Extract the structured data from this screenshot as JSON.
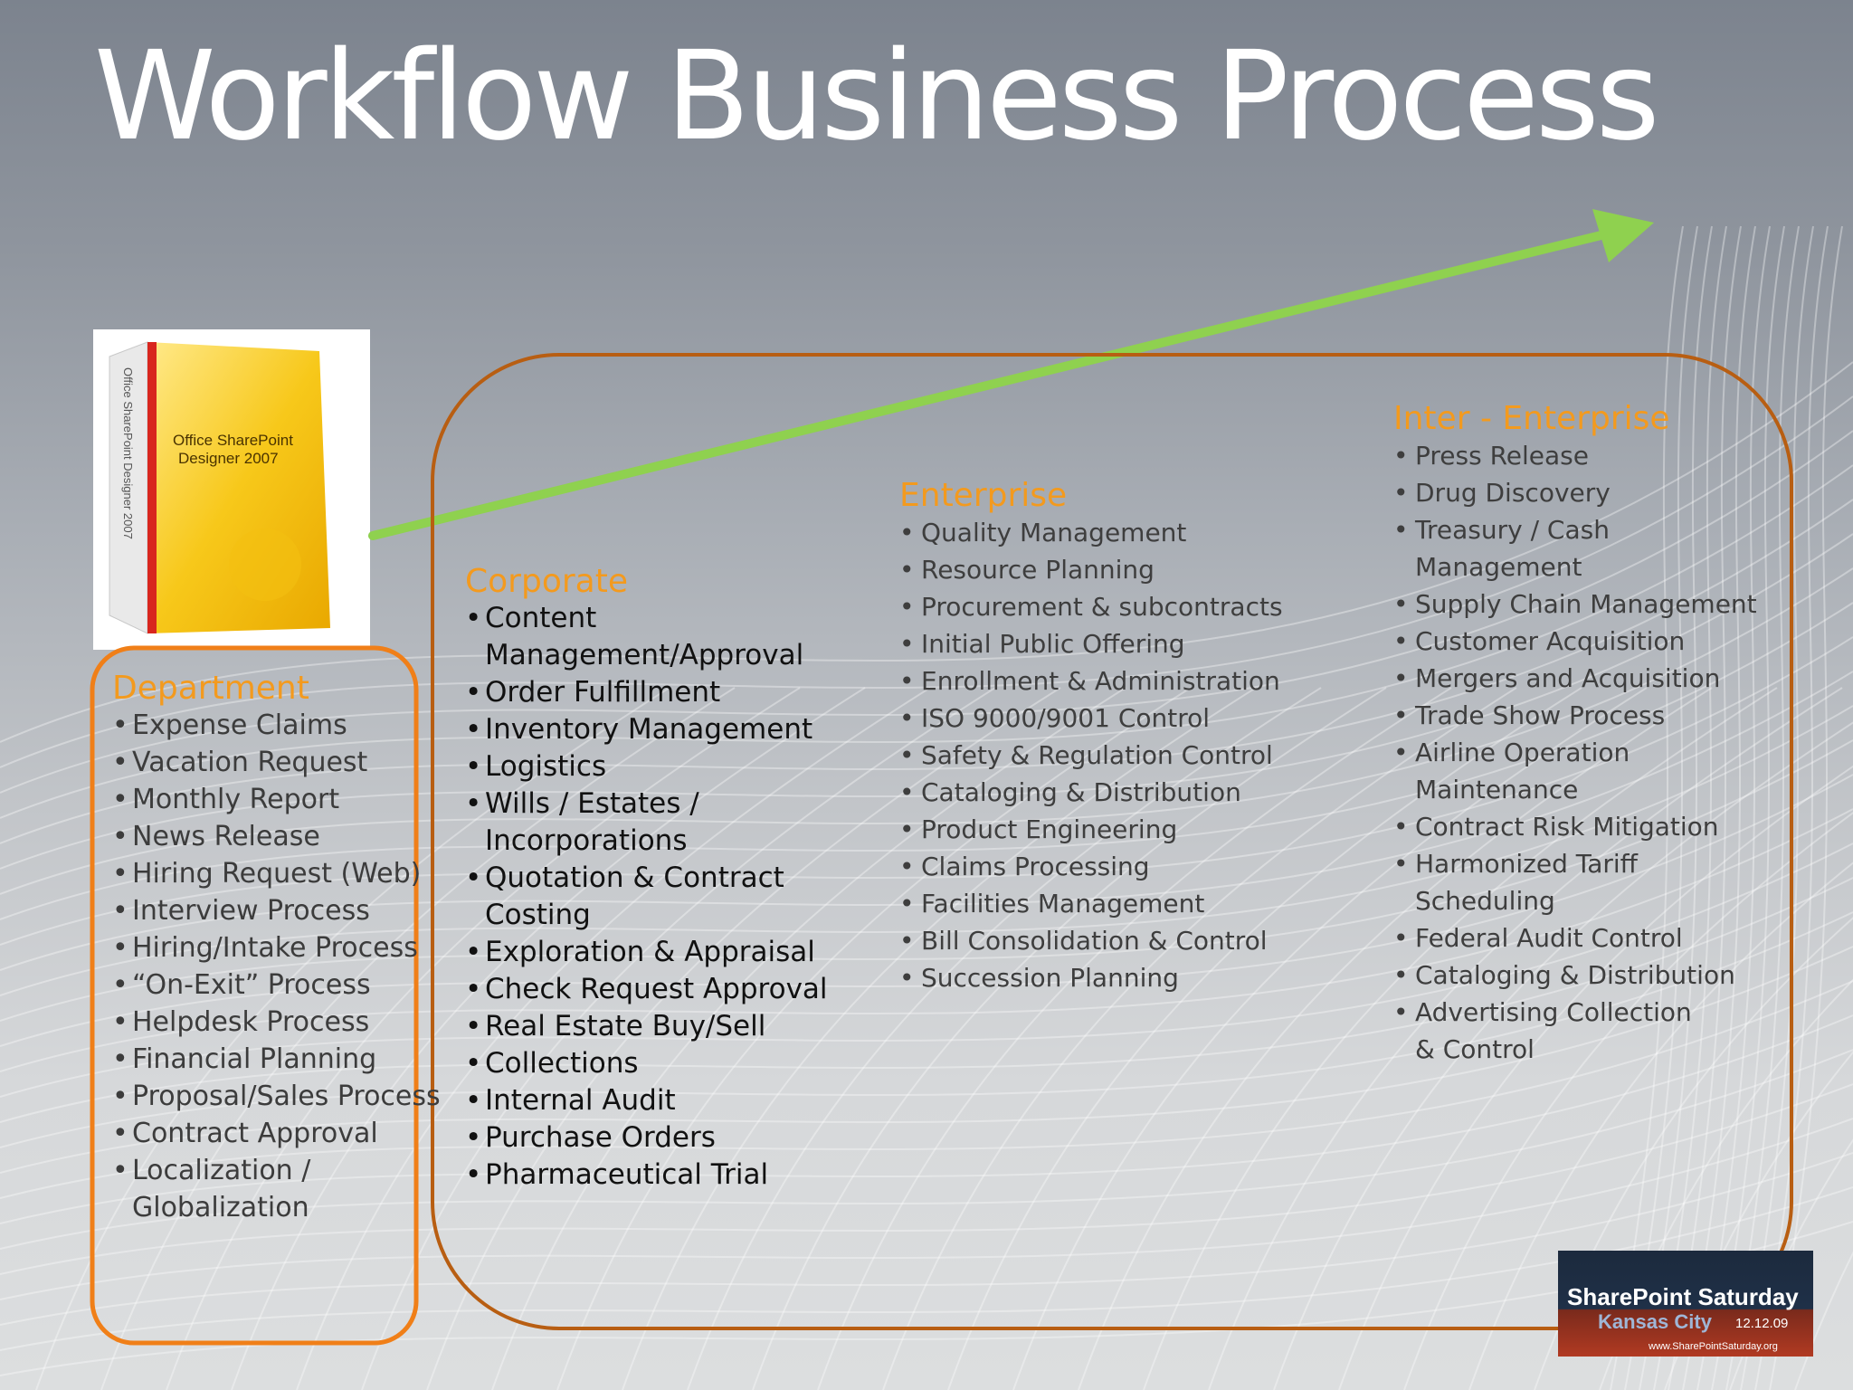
{
  "slide": {
    "title": "Workflow Business Process"
  },
  "product_image": {
    "icon": "office-sharepoint-designer-box",
    "box_text_1": "Office SharePoint",
    "box_text_2": "Designer 2007",
    "spine_text": "Office SharePoint Designer 2007"
  },
  "colors": {
    "heading": "#f39a1e",
    "arrow": "#8fd14f",
    "dept_outline": "#f07f18",
    "outer_outline": "#b85e12"
  },
  "columns": {
    "department": {
      "heading": "Department",
      "items": [
        [
          "Expense Claims"
        ],
        [
          "Vacation Request"
        ],
        [
          "Monthly Report"
        ],
        [
          "News Release"
        ],
        [
          "Hiring Request (Web)"
        ],
        [
          "Interview Process"
        ],
        [
          "Hiring/Intake Process"
        ],
        [
          "“On-Exit” Process"
        ],
        [
          "Helpdesk Process"
        ],
        [
          "Financial Planning"
        ],
        [
          "Proposal/Sales Process"
        ],
        [
          "Contract Approval"
        ],
        [
          "Localization /",
          "Globalization"
        ]
      ]
    },
    "corporate": {
      "heading": "Corporate",
      "items": [
        [
          "Content",
          "Management/Approval"
        ],
        [
          "Order Fulfillment"
        ],
        [
          "Inventory Management"
        ],
        [
          "Logistics"
        ],
        [
          "Wills / Estates /",
          "Incorporations"
        ],
        [
          "Quotation & Contract",
          "Costing"
        ],
        [
          "Exploration & Appraisal"
        ],
        [
          "Check Request Approval"
        ],
        [
          "Real Estate Buy/Sell"
        ],
        [
          "Collections"
        ],
        [
          "Internal Audit"
        ],
        [
          "Purchase Orders"
        ],
        [
          "Pharmaceutical Trial"
        ]
      ]
    },
    "enterprise": {
      "heading": "Enterprise",
      "items": [
        [
          "Quality Management"
        ],
        [
          "Resource Planning"
        ],
        [
          "Procurement & subcontracts"
        ],
        [
          "Initial Public Offering"
        ],
        [
          "Enrollment & Administration"
        ],
        [
          "ISO 9000/9001 Control"
        ],
        [
          "Safety & Regulation Control"
        ],
        [
          "Cataloging & Distribution"
        ],
        [
          "Product Engineering"
        ],
        [
          "Claims Processing"
        ],
        [
          "Facilities Management"
        ],
        [
          "Bill Consolidation & Control"
        ],
        [
          "Succession Planning"
        ]
      ]
    },
    "inter_enterprise": {
      "heading": "Inter - Enterprise",
      "items": [
        [
          "Press Release"
        ],
        [
          "Drug Discovery"
        ],
        [
          "Treasury / Cash",
          "Management"
        ],
        [
          "Supply Chain Management"
        ],
        [
          "Customer Acquisition"
        ],
        [
          "Mergers and Acquisition"
        ],
        [
          "Trade Show Process"
        ],
        [
          "Airline Operation",
          "Maintenance"
        ],
        [
          "Contract Risk Mitigation"
        ],
        [
          "Harmonized Tariff",
          "Scheduling"
        ],
        [
          "Federal Audit Control"
        ],
        [
          "Cataloging & Distribution"
        ],
        [
          "Advertising Collection",
          "& Control"
        ]
      ]
    }
  },
  "badge": {
    "line1": "SharePoint Saturday",
    "line2": "Kansas City",
    "date": "12.12.09",
    "url": "www.SharePointSaturday.org"
  }
}
